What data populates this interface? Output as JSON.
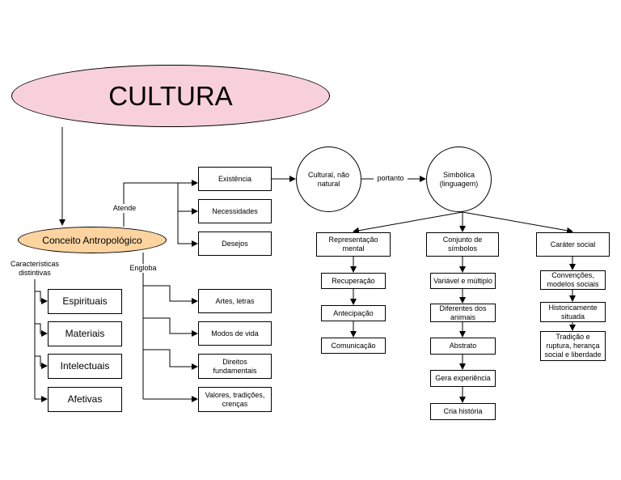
{
  "title": "CULTURA",
  "concept": "Conceito Antropológico",
  "edge_labels": {
    "caracteristicas": "Características distintivas",
    "engloba": "Engloba",
    "atende": "Atende",
    "portanto": "portanto"
  },
  "caracteristicas": [
    "Espirituais",
    "Materiais",
    "Intelectuais",
    "Afetivas"
  ],
  "engloba": [
    "Artes, letras",
    "Modos de vida",
    "Direitos fundamentais",
    "Valores, tradições, crenças"
  ],
  "atende": [
    "Existência",
    "Necessidades",
    "Desejos"
  ],
  "cultural": "Cultural, não natural",
  "simbolica": "Simbólica (linguagem)",
  "representacao": {
    "head": "Representação mental",
    "items": [
      "Recuperação",
      "Antecipação",
      "Comunicação"
    ]
  },
  "conjunto": {
    "head": "Conjunto de símbolos",
    "items": [
      "Variável e múltiplo",
      "Diferentes dos animais",
      "Abstrato",
      "Gera experiência",
      "Cria história"
    ]
  },
  "carater": {
    "head": "Caráter social",
    "items": [
      "Convenções, modelos sociais",
      "Historicamente situada",
      "Tradição e ruptura, herança social e liberdade"
    ]
  },
  "colors": {
    "title_fill": "#f8d0dc",
    "concept_fill": "#fdd4a0",
    "stroke": "#000000"
  }
}
